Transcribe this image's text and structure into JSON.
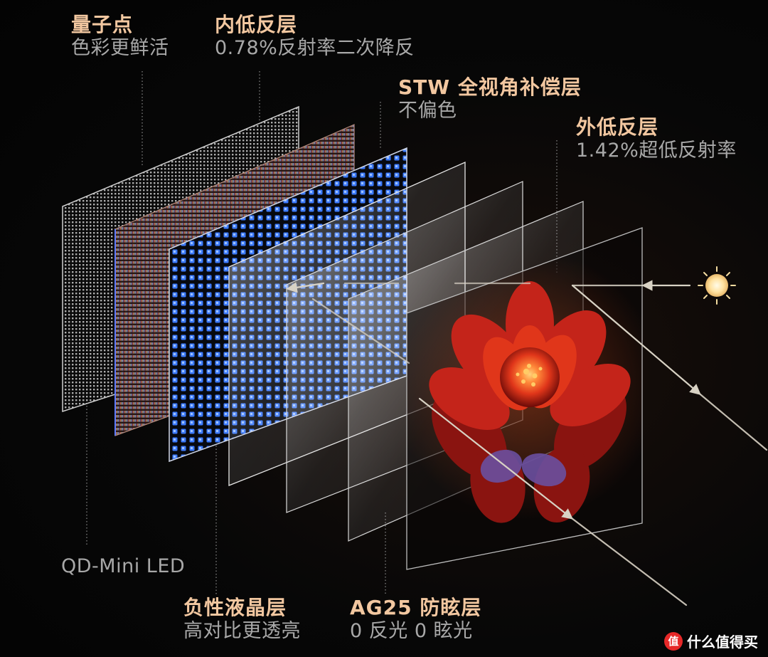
{
  "colors": {
    "title": "#f2c7a0",
    "subtitle": "#a8a8a8",
    "leader": "#9a9a9a",
    "blue_led": "#3d7bff",
    "ray": "#d8d2c4",
    "sun": "#ffe9b0",
    "petal_dark": "#7a0d0a",
    "petal_mid": "#e0361a",
    "petal_light": "#ff8a3a"
  },
  "labels": {
    "quantum_dot": {
      "title": "量子点",
      "subtitle": "色彩更鲜活"
    },
    "inner_low_reflect": {
      "title": "内低反层",
      "subtitle": "0.78%反射率二次降反"
    },
    "stw": {
      "title": "STW 全视角补偿层",
      "subtitle": "不偏色"
    },
    "outer_low_reflect": {
      "title": "外低反层",
      "subtitle": "1.42%超低反射率"
    },
    "qd_mini_led": {
      "subtitle": "QD-Mini LED"
    },
    "lcd": {
      "title": "负性液晶层",
      "subtitle": "高对比更透亮"
    },
    "ag25": {
      "title": "AG25 防眩层",
      "subtitle": "0 反光 0 眩光"
    }
  },
  "icons": {
    "sun": "sun-icon",
    "watermark_badge": "zhi-badge-icon"
  },
  "watermark": {
    "badge": "值",
    "text": "什么值得买"
  }
}
